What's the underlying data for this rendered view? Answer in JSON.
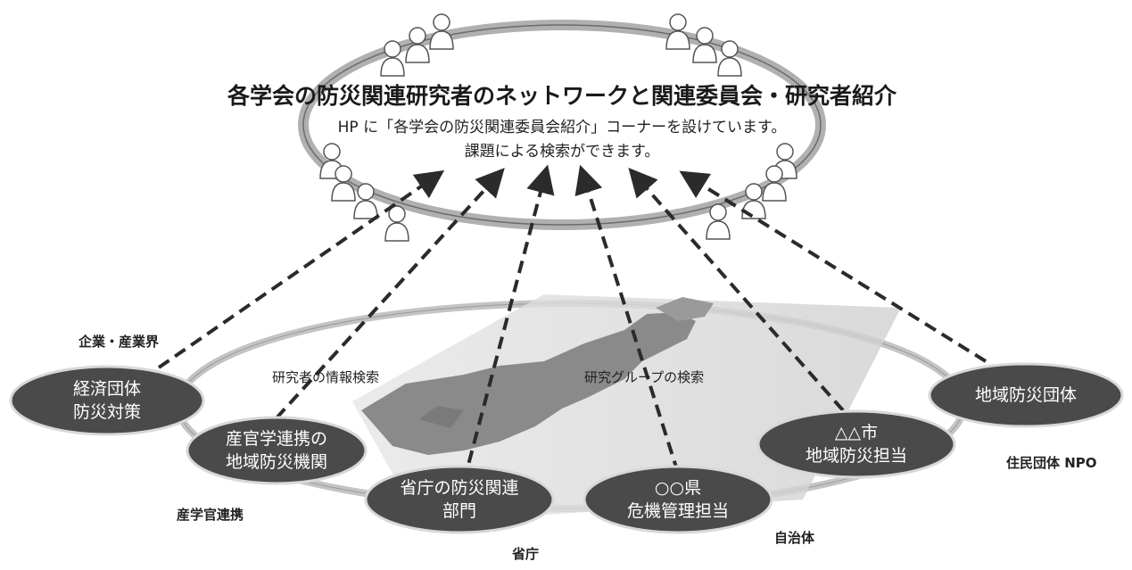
{
  "title": "各学会の防災関連研究者のネットワークと関連委員会・研究者紹介",
  "subtitle_line1": "HP に「各学会の防災関連委員会紹介」コーナーを設けています。",
  "subtitle_line2": "課題による検索ができます。",
  "categories": {
    "industry": "企業・産業界",
    "academia_gov": "産学官連携",
    "ministry": "省庁",
    "municipality": "自治体",
    "residents": "住民団体 NPO"
  },
  "search_labels": {
    "researcher": "研究者の情報検索",
    "group": "研究グループの検索"
  },
  "nodes": [
    {
      "label": "経済団体\n防災対策"
    },
    {
      "label": "産官学連携の\n地域防災機関"
    },
    {
      "label": "省庁の防災関連\n部門"
    },
    {
      "label": "○○県\n危機管理担当"
    },
    {
      "label": "△△市\n地域防災担当"
    },
    {
      "label": "地域防災団体"
    }
  ],
  "colors": {
    "node_fill": "#4a4a4a",
    "ring": "#a8a8a8",
    "arrow": "#2b2b2b",
    "map": "#8f8f8f"
  }
}
